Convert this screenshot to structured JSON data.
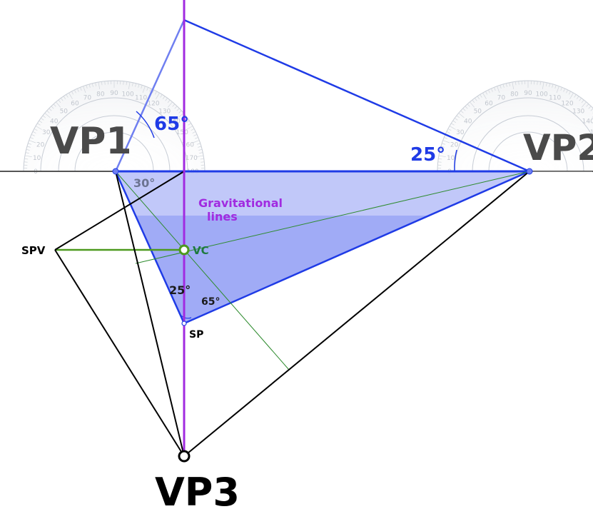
{
  "labels": {
    "vp1": "VP1",
    "vp2": "VP2",
    "vp3": "VP3",
    "spv": "SPV",
    "vc": "VC",
    "sp": "SP",
    "gravitational_line1": "Gravitational",
    "gravitational_line2": "lines"
  },
  "angles": {
    "vp1_top": "65°",
    "vp2_top": "25°",
    "vp1_lower": "30°",
    "sp_left": "25°",
    "sp_right": "65°"
  },
  "protractor_numbers": [
    "0",
    "10",
    "20",
    "30",
    "40",
    "50",
    "60",
    "70",
    "80",
    "90",
    "100",
    "110",
    "120",
    "130",
    "140",
    "150",
    "160",
    "170",
    "180"
  ],
  "colors": {
    "blue": "#1f3be6",
    "light_blue": "#6f7ff0",
    "fill_blue": "#8f9cf5",
    "purple": "#a12be0",
    "green": "#4d9a1e",
    "green_label": "#1e7a3e",
    "dark_text": "#4a4a4a",
    "black": "#000000"
  }
}
